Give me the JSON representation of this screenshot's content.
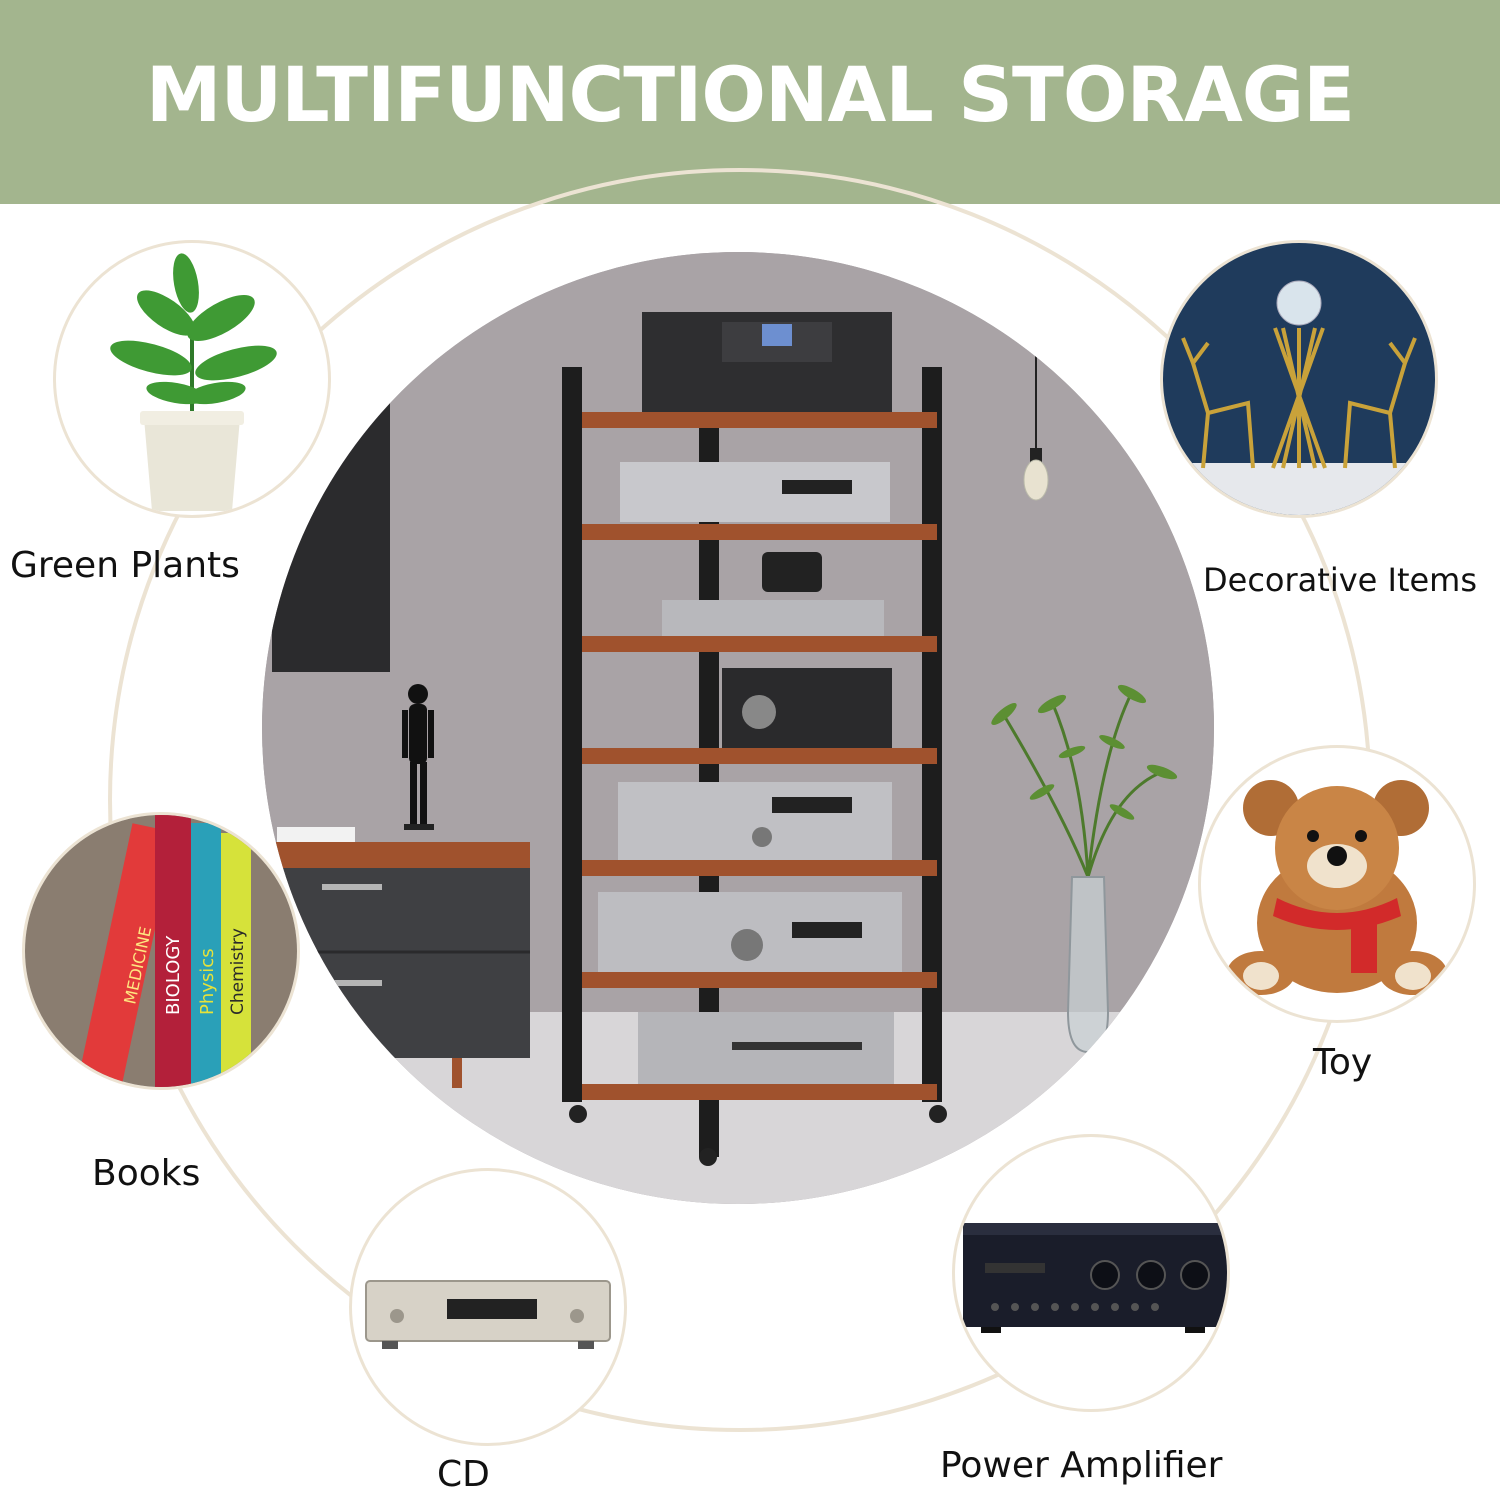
{
  "banner": {
    "title": "MULTIFUNCTIONAL STORAGE",
    "color": "#a3b58e"
  },
  "items": [
    {
      "label": "Green Plants",
      "icon": "potted-plant-icon"
    },
    {
      "label": "Decorative Items",
      "icon": "gold-deer-ornament-icon"
    },
    {
      "label": "Books",
      "icon": "books-icon"
    },
    {
      "label": "Toy",
      "icon": "teddy-bear-icon"
    },
    {
      "label": "CD",
      "icon": "cd-player-icon"
    },
    {
      "label": "Power Amplifier",
      "icon": "amplifier-icon"
    }
  ],
  "books": {
    "spines": [
      "MEDICINE",
      "BIOLOGY",
      "Physics",
      "Chemistry"
    ]
  },
  "colors": {
    "wood": "#a0522d",
    "frame": "#1d1d1d",
    "ring": "#ece3d3"
  }
}
